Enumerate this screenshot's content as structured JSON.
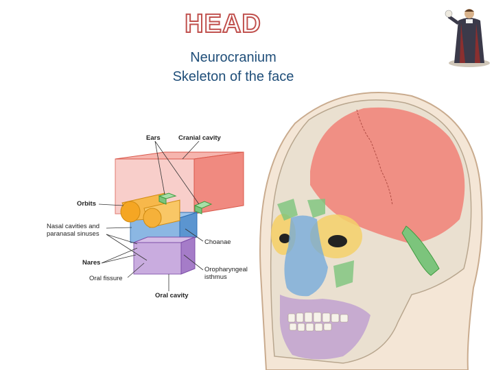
{
  "title": "HEAD",
  "subtitle_lines": [
    "Neurocranium",
    "Skeleton of the face"
  ],
  "diagram_labels": {
    "ears": "Ears",
    "cranial_cavity": "Cranial cavity",
    "orbits": "Orbits",
    "nasal_cavities": "Nasal cavities and",
    "paranasal_sinuses": "paranasal sinuses",
    "choanae": "Choanae",
    "nares": "Nares",
    "oral_fissure": "Oral fissure",
    "oropharyngeal_1": "Oropharyngeal",
    "oropharyngeal_2": "isthmus",
    "oral_cavity": "Oral cavity"
  },
  "colors": {
    "cranial_cavity": "#f08a80",
    "orbits": "#f5b942",
    "nasal": "#6fa8dc",
    "oral": "#b48fd0",
    "ears": "#7cc47c",
    "bone": "#eae0d0"
  }
}
